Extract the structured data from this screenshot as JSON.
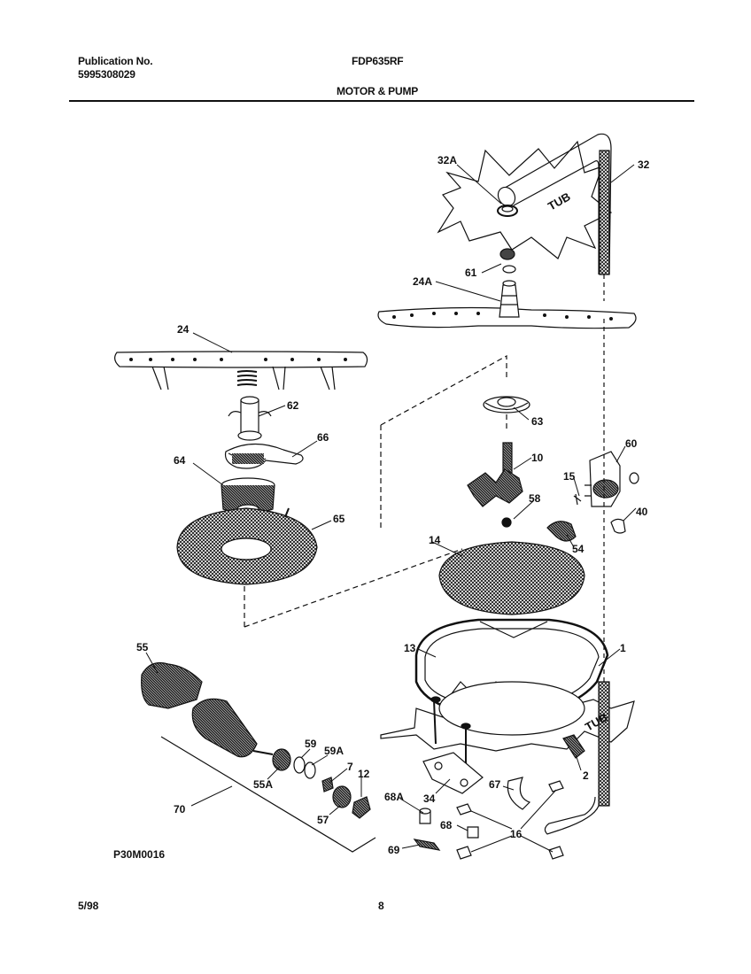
{
  "header": {
    "publication_label": "Publication No.",
    "publication_number": "5995308029",
    "model": "FDP635RF",
    "section_title": "MOTOR & PUMP"
  },
  "diagram": {
    "tub_labels": [
      "TUB",
      "TUB"
    ],
    "callouts": [
      "32A",
      "32",
      "61",
      "24A",
      "24",
      "62",
      "63",
      "66",
      "10",
      "60",
      "64",
      "15",
      "58",
      "65",
      "40",
      "14",
      "54",
      "55",
      "13",
      "1",
      "59",
      "59A",
      "7",
      "55A",
      "12",
      "2",
      "57",
      "34",
      "67",
      "68A",
      "70",
      "68",
      "16",
      "69"
    ]
  },
  "footer": {
    "drawing_code": "P30M0016",
    "date": "5/98",
    "page_number": "8"
  }
}
